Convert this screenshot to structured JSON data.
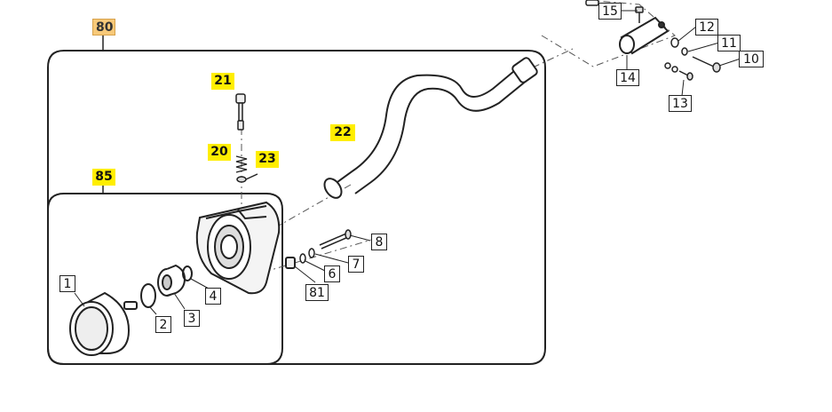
{
  "title": "",
  "labels": {
    "p1": "1",
    "p2": "2",
    "p3": "3",
    "p4": "4",
    "p6": "6",
    "p7": "7",
    "p8": "8",
    "p10": "10",
    "p11": "11",
    "p12": "12",
    "p13": "13",
    "p14": "14",
    "p15": "15",
    "p20": "20",
    "p21": "21",
    "p22": "22",
    "p23": "23",
    "p80": "80",
    "p81": "81",
    "p85": "85"
  },
  "colors": {
    "highlight": "#ffee00",
    "group_tag": "#f7c979",
    "line": "#222222"
  }
}
